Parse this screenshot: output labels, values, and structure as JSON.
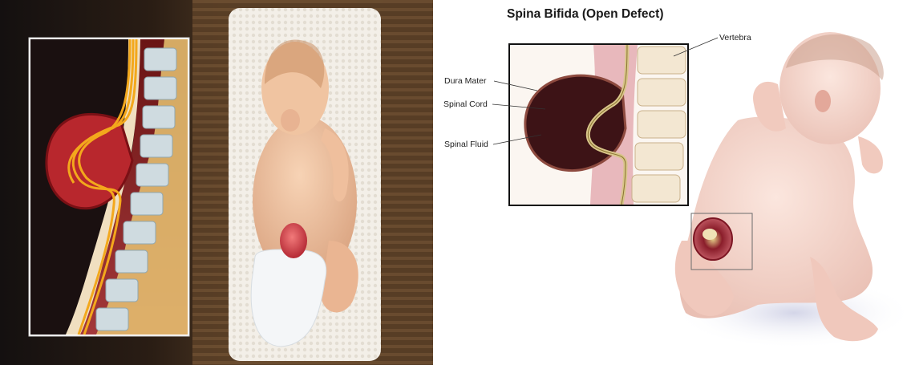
{
  "illustration": {
    "title": "Spina Bifida (Open Defect)",
    "labels": {
      "vertebra": "Vertebra",
      "dura_mater": "Dura Mater",
      "spinal_cord": "Spinal Cord",
      "spinal_fluid": "Spinal Fluid"
    }
  }
}
